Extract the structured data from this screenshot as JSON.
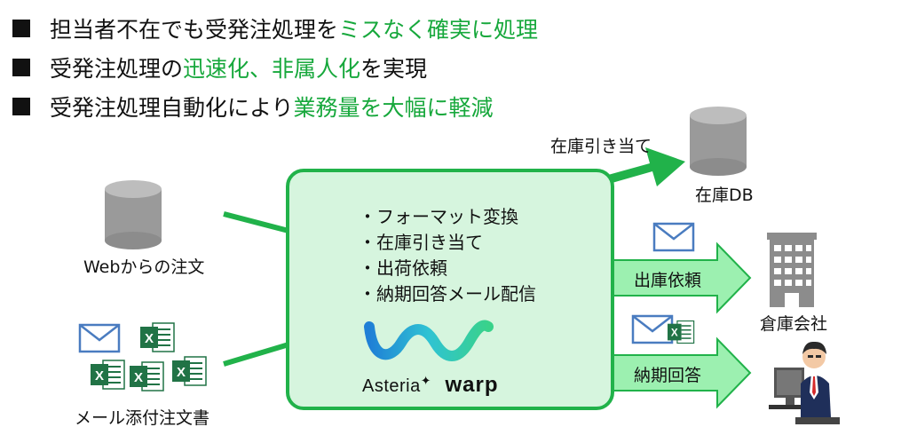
{
  "bullets": [
    {
      "plain": "担当者不在でも受発注処理を",
      "highlight": "ミスなく確実に処理",
      "after": ""
    },
    {
      "plain": "受発注処理の",
      "highlight": "迅速化、非属人化",
      "after": "を実現"
    },
    {
      "plain": "受発注処理自動化により",
      "highlight": "業務量を大幅に軽減",
      "after": ""
    }
  ],
  "diagram": {
    "web_order_label": "Webからの注文",
    "mail_order_label": "メール添付注文書",
    "stock_db_label": "在庫DB",
    "stock_allocation_arrow_label": "在庫引き当て",
    "shipping_request_arrow_label": "出庫依頼",
    "delivery_reply_arrow_label": "納期回答",
    "warehouse_label": "倉庫会社",
    "process_items": [
      "・フォーマット変換",
      "・在庫引き当て",
      "・出荷依頼",
      "・納期回答メール配信"
    ],
    "logo_text_1": "Asteria",
    "logo_text_2": "warp",
    "excel_glyph": "X",
    "colors": {
      "accent_green": "#17a83c",
      "arrow_green": "#21b24a",
      "box_fill": "#d6f5de",
      "light_arrow_fill": "#9cf0b0",
      "db_gray": "#9a9a9a",
      "mail_blue": "#4a7cc0",
      "excel_green": "#217346"
    }
  }
}
